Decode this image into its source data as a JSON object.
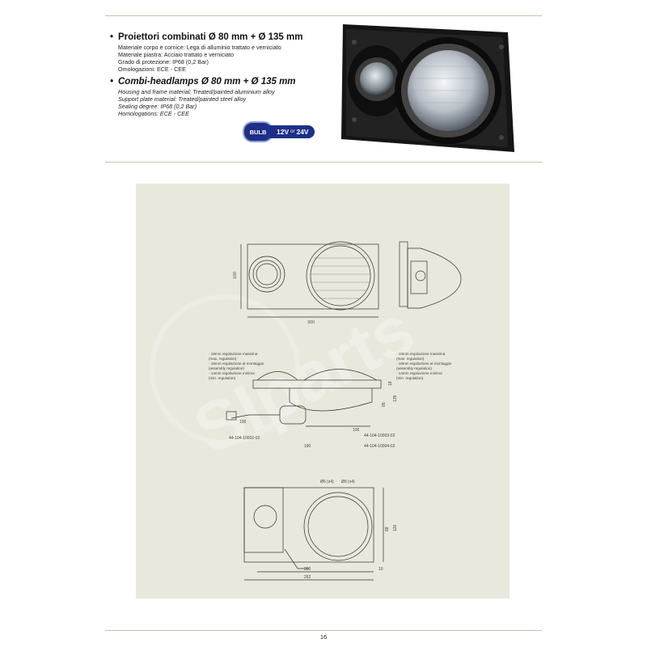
{
  "spec_it": {
    "title": "Proiettori combinati Ø 80 mm + Ø 135 mm",
    "lines": [
      "Materiale corpo e cornice: Lega di alluminio trattato e verniciato",
      "Materiale piastra: Acciaio trattato e verniciato",
      "Grado di protezione: IP68 (0,2 Bar)",
      "Omologazioni: ECE - CEE"
    ]
  },
  "spec_en": {
    "title": "Combi-headlamps Ø 80 mm + Ø 135 mm",
    "lines": [
      "Housing and frame material: Treated/painted aluminium alloy",
      "Support plate material: Treated/painted steel alloy",
      "Sealing degree: IP68 (0,2 Bar)",
      "Homologations: ECE - CEE"
    ]
  },
  "badge": {
    "bulb": "BULB",
    "volt_12": "12V",
    "or": "or",
    "volt_24": "24V"
  },
  "drawing": {
    "front_width": "300",
    "front_height": "160",
    "notes_left": [
      "- 18mm regolazione massima",
      "(max. regulation)",
      "- 16mm regolazione al montaggio",
      "(assembly regulation)",
      "- 14mm regolazione minima",
      "(min. regulation)"
    ],
    "notes_right": [
      "- 18mm regolazione massima",
      "(max. regulation)",
      "- 16mm regolazione al montaggio",
      "(assembly regulation)",
      "- 14mm regolazione minima",
      "(min. regulation)"
    ],
    "dim_18": "18",
    "dim_85": "85",
    "dim_135": "135",
    "dim_100_left": "100",
    "dim_100_right": "100",
    "dim_190": "190",
    "code_left": "44-104-10002-02",
    "code_right": "44-104-10003-02",
    "code_bottom": "44-104-10004-02",
    "hole_6": "Ø6 (x4)",
    "hole_9": "Ø9 (x4)",
    "dim_88": "88",
    "dim_120": "120",
    "dim_280": "280",
    "dim_262": "262",
    "dim_10": "10"
  },
  "watermark": "SIparts",
  "page_number": "16",
  "colors": {
    "badge_blue": "#1d2f86",
    "rule": "#c9c2a8",
    "panel": "#e8e8dd"
  }
}
